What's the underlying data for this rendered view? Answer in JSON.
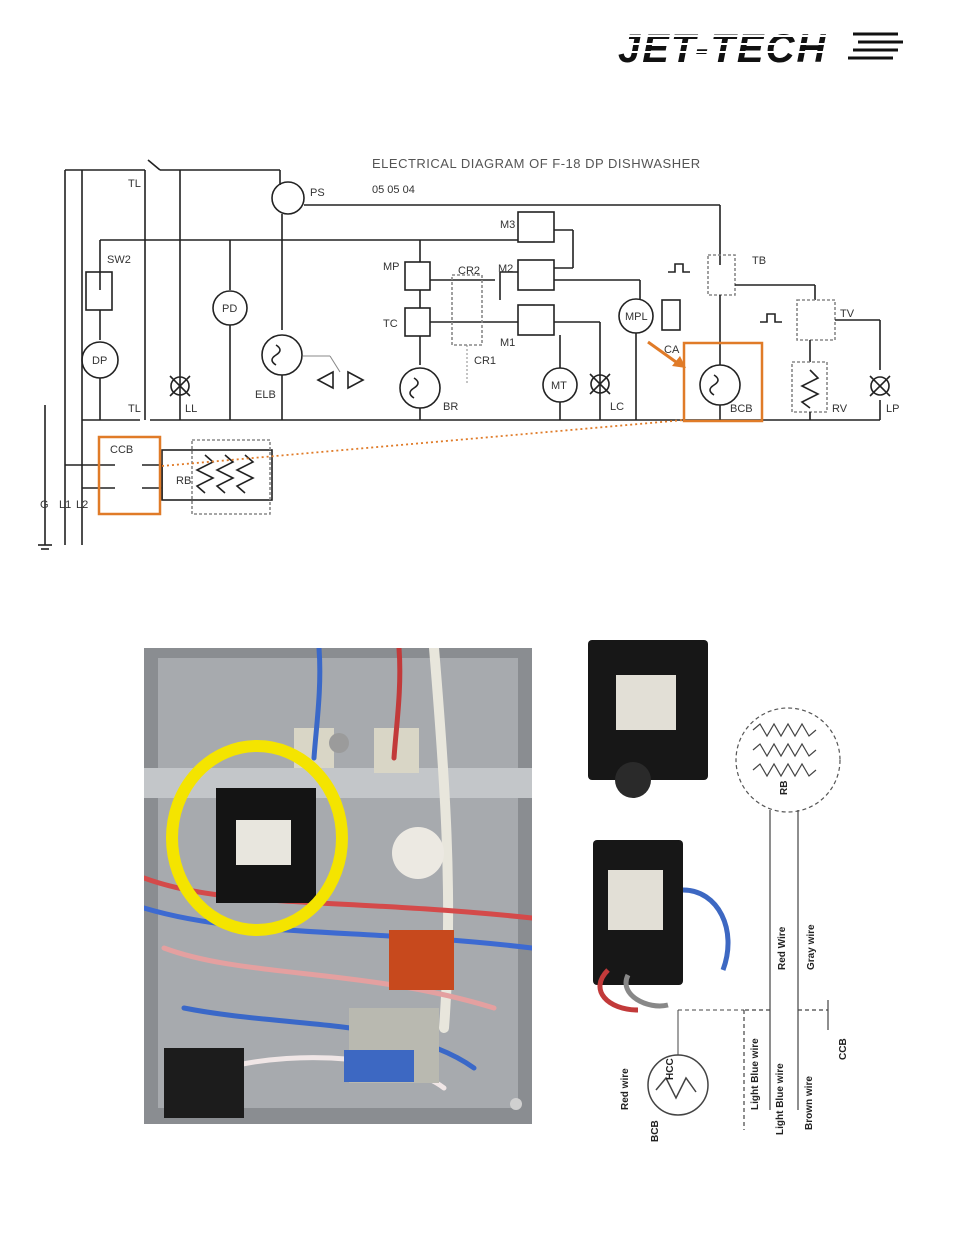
{
  "logo": {
    "text": "JET-TECH"
  },
  "diagram": {
    "title": "ELECTRICAL DIAGRAM OF F-18 DP DISHWASHER",
    "date": "05 05 04",
    "labels": {
      "TL_top": "TL",
      "TL_bottom": "TL",
      "PS": "PS",
      "SW2": "SW2",
      "PD": "PD",
      "DP": "DP",
      "ELB": "ELB",
      "LL": "LL",
      "M3": "M3",
      "M2": "M2",
      "M1": "M1",
      "MP": "MP",
      "TC": "TC",
      "CR2": "CR2",
      "CR1": "CR1",
      "BR": "BR",
      "MT": "MT",
      "LC": "LC",
      "MPL": "MPL",
      "CA": "CA",
      "TB": "TB",
      "BCB": "BCB",
      "TV": "TV",
      "RV": "RV",
      "LP": "LP",
      "CCB": "CCB",
      "RB": "RB",
      "G": "G",
      "L1": "L1",
      "L2": "L2"
    },
    "highlight_color": "#e07b28"
  },
  "photo": {
    "circle_color": "#f4e400"
  },
  "wiring": {
    "RB": "RB",
    "red_wire_top": "Red Wire",
    "gray_wire": "Gray wire",
    "CCB": "CCB",
    "HCC": "HCC",
    "BCB": "BCB",
    "red_wire_bottom": "Red wire",
    "light_blue_wire_1": "Light Blue wire",
    "light_blue_wire_2": "Light Blue wire",
    "brown_wire": "Brown wire"
  }
}
